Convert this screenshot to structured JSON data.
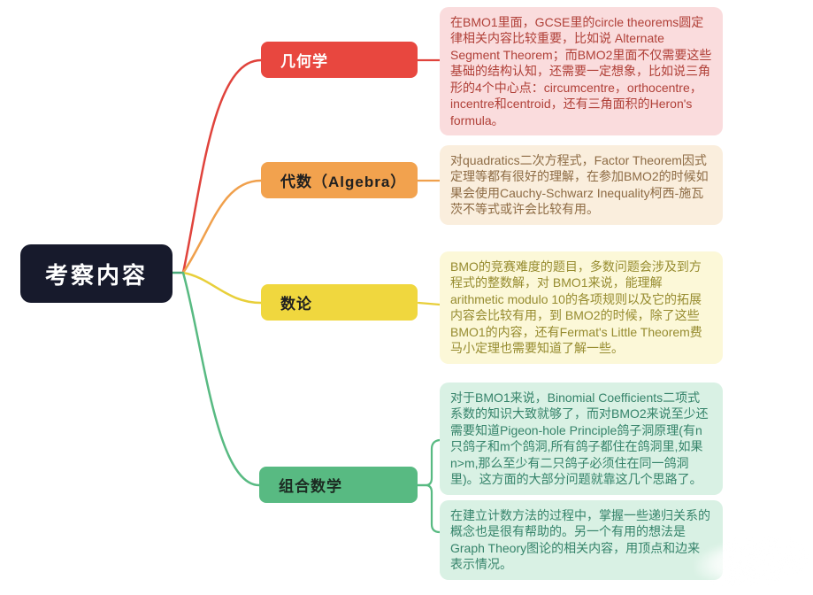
{
  "page": {
    "background": "#ffffff"
  },
  "root": {
    "label": "考察内容",
    "bg": "#171a2c",
    "text_color": "#ffffff"
  },
  "branches": [
    {
      "label": "几何学",
      "color": "#e8473f",
      "label_color": "#ffffff",
      "note_bg": "#fadcdd",
      "note_text_color": "#b04038",
      "notes": [
        "在BMO1里面，GCSE里的circle theorems圆定律相关内容比较重要，比如说 Alternate Segment Theorem；而BMO2里面不仅需要这些基础的结构认知，还需要一定想象，比如说三角形的4个中心点：circumcentre，orthocentre，incentre和centroid，还有三角面积的Heron's formula。"
      ]
    },
    {
      "label": "代数（Algebra）",
      "color": "#f2a24e",
      "label_color": "#202020",
      "note_bg": "#faeedd",
      "note_text_color": "#8d6b44",
      "notes": [
        "对quadratics二次方程式，Factor Theorem因式定理等都有很好的理解，在参加BMO2的时候如果会使用Cauchy-Schwarz Inequality柯西-施瓦茨不等式或许会比较有用。"
      ]
    },
    {
      "label": "数论",
      "color": "#f0d73e",
      "label_color": "#202020",
      "note_bg": "#fcf8d8",
      "note_text_color": "#968b2f",
      "notes": [
        "BMO的竞赛难度的题目，多数问题会涉及到方程式的整数解，对 BMO1来说，能理解arithmetic modulo 10的各项规则以及它的拓展内容会比较有用，到 BMO2的时候，除了这些BMO1的内容，还有Fermat's Little Theorem费马小定理也需要知道了解一些。"
      ]
    },
    {
      "label": "组合数学",
      "color": "#58ba82",
      "label_color": "#1c2b22",
      "note_bg": "#d9f1e4",
      "note_text_color": "#35836a",
      "notes": [
        "对于BMO1来说，Binomial Coefficients二项式系数的知识大致就够了，而对BMO2来说至少还需要知道Pigeon-hole Principle鸽子洞原理(有n只鸽子和m个鸽洞,所有鸽子都住在鸽洞里,如果n>m,那么至少有二只鸽子必须住在同一鸽洞里)。这方面的大部分问题就靠这几个思路了。",
        "在建立计数方法的过程中，掌握一些递归关系的概念也是很有帮助的。另一个有用的想法是 Graph Theory图论的相关内容，用顶点和边来表示情况。"
      ]
    }
  ]
}
